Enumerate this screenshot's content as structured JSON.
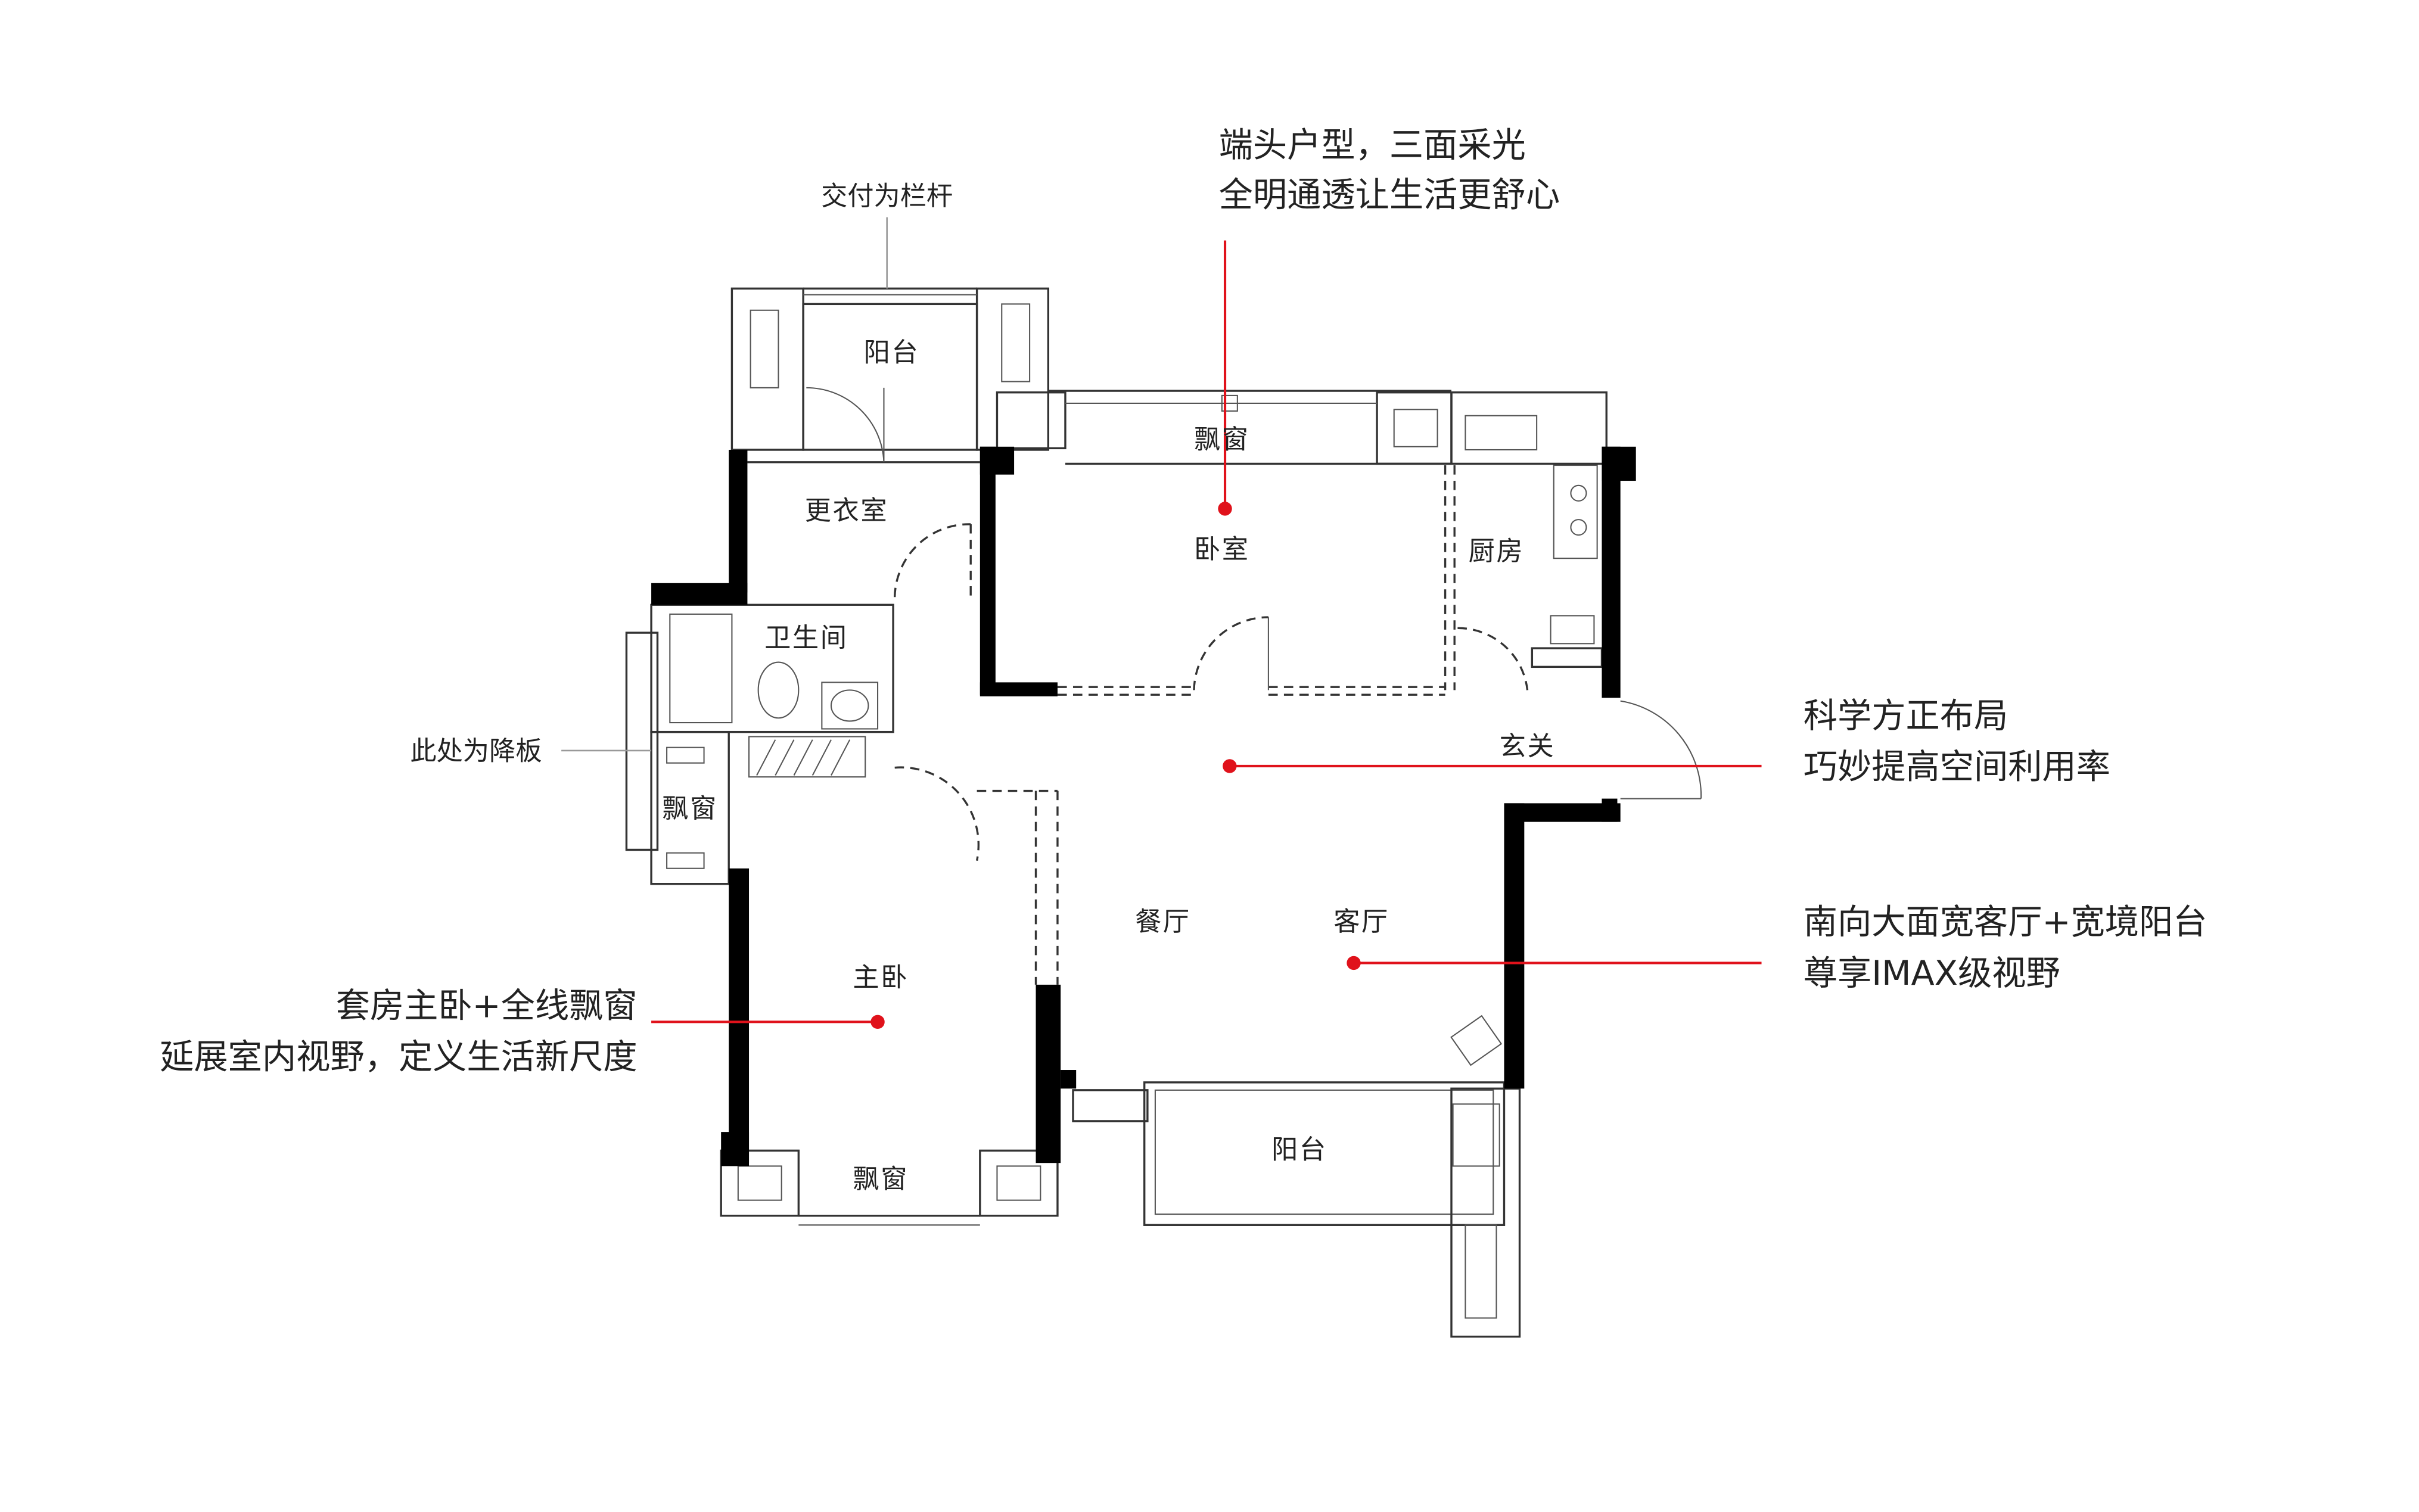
{
  "annotations": {
    "top": [
      "端头户型，三面采光",
      "全明通透让生活更舒心"
    ],
    "right_middle": [
      "科学方正布局",
      "巧妙提高空间利用率"
    ],
    "right_bottom": [
      "南向大面宽客厅+宽境阳台",
      "尊享IMAX级视野"
    ],
    "left": [
      "套房主卧+全线飘窗",
      "延展室内视野，定义生活新尺度"
    ]
  },
  "notes": {
    "railing": "交付为栏杆",
    "lowered_slab": "此处为降板"
  },
  "rooms": {
    "balcony_north": "阳台",
    "bay_window_north": "飘窗",
    "dressing_room": "更衣室",
    "bedroom": "卧室",
    "kitchen": "厨房",
    "bathroom": "卫生间",
    "entrance": "玄关",
    "bay_window_west": "飘窗",
    "dining_room": "餐厅",
    "living_room": "客厅",
    "master_bedroom": "主卧",
    "bay_window_south": "飘窗",
    "balcony_south": "阳台"
  },
  "colors": {
    "accent": "#e0121b",
    "wall": "#000000",
    "text": "#222222"
  }
}
